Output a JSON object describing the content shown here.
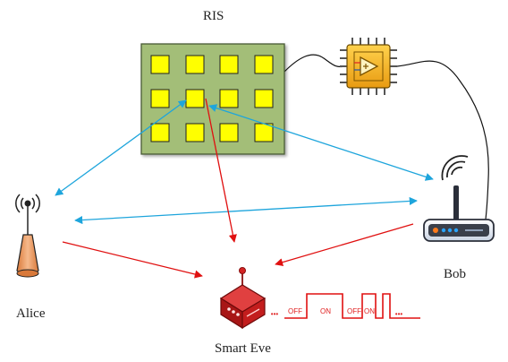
{
  "labels": {
    "ris": "RIS",
    "alice": "Alice",
    "bob": "Bob",
    "eve": "Smart Eve"
  },
  "signal": {
    "leading_dots": "•••",
    "segments": [
      "OFF",
      "ON",
      "OFF",
      "ON"
    ],
    "trailing_dots": "•••"
  },
  "colors": {
    "ris_panel": "#a3be78",
    "ris_element": "#ffff00",
    "legit_link": "#1ea5dc",
    "eavesdrop_link": "#e01010",
    "controller": "#f3b321",
    "alice_antenna": "#f0a878",
    "eve_device": "#d42424"
  },
  "icons": {
    "controller": "microcontroller-chip-icon",
    "alice": "antenna-icon",
    "bob": "router-icon",
    "eve": "eavesdropper-device-icon"
  }
}
